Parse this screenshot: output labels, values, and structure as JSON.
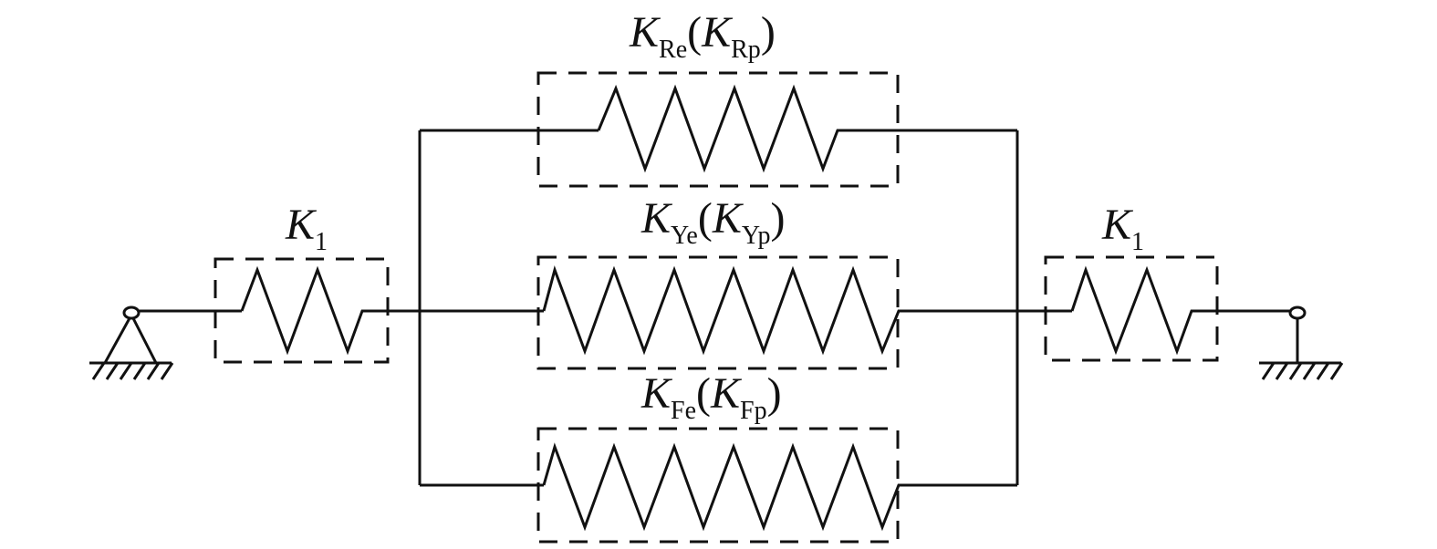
{
  "labels": {
    "left_spring": {
      "sym": "K",
      "sub": "1"
    },
    "right_spring": {
      "sym": "K",
      "sub": "1"
    },
    "top_spring": {
      "sym": "K",
      "sub": "Re",
      "sym2": "K",
      "sub2": "Rp"
    },
    "middle_spring": {
      "sym": "K",
      "sub": "Ye",
      "sym2": "K",
      "sub2": "Yp"
    },
    "bottom_spring": {
      "sym": "K",
      "sub": "Fe",
      "sym2": "K",
      "sub2": "Fp"
    }
  },
  "paren_open": "(",
  "paren_close": ")",
  "colors": {
    "line": "#111111",
    "background": "#ffffff"
  }
}
